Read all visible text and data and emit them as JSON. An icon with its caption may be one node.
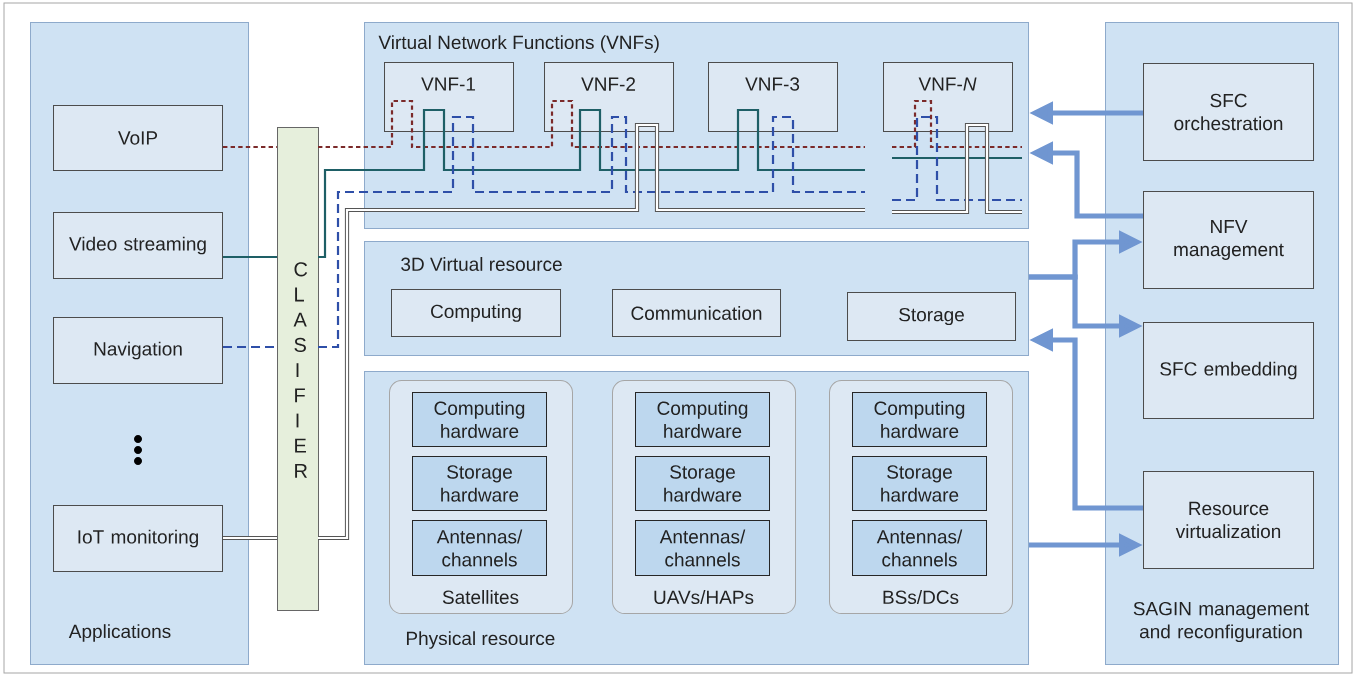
{
  "diagram": {
    "nodes": [
      {
        "text": [
          "Applications"
        ]
      },
      {
        "text": [
          "VoIP"
        ],
        "in": 0
      },
      {
        "text": [
          "Video streaming"
        ],
        "in": 0
      },
      {
        "text": [
          "Navigation"
        ],
        "in": 0
      },
      {
        "text": [
          "IoT monitoring"
        ],
        "in": 0
      },
      {
        "text": [
          "CLASIFIER"
        ]
      },
      {
        "text": [
          "Virtual Network Functions (VNFs)"
        ]
      },
      {
        "text": [
          "VNF-1"
        ],
        "in": 6
      },
      {
        "text": [
          "VNF-2"
        ],
        "in": 6
      },
      {
        "text": [
          "VNF-3"
        ],
        "in": 6
      },
      {
        "text": [
          "VNF-*N*"
        ],
        "in": 6
      },
      {
        "text": [
          "3D Virtual resource"
        ]
      },
      {
        "text": [
          "Computing"
        ],
        "in": 11
      },
      {
        "text": [
          "Communication"
        ],
        "in": 11
      },
      {
        "text": [
          "Storage"
        ],
        "in": 11
      },
      {
        "text": [
          "Physical resource"
        ]
      },
      {
        "text": [
          "Satellites"
        ],
        "in": 15
      },
      {
        "text": [
          "Computing hardware"
        ],
        "in": 16
      },
      {
        "text": [
          "Storage hardware"
        ],
        "in": 16
      },
      {
        "text": [
          "Antennas/ channels"
        ],
        "in": 16
      },
      {
        "text": [
          "UAVs/HAPs"
        ],
        "in": 15
      },
      {
        "text": [
          "Computing hardware"
        ],
        "in": 20
      },
      {
        "text": [
          "Storage hardware"
        ],
        "in": 20
      },
      {
        "text": [
          "Antennas/ channels"
        ],
        "in": 20
      },
      {
        "text": [
          "BSs/DCs"
        ],
        "in": 15
      },
      {
        "text": [
          "Computing hardware"
        ],
        "in": 24
      },
      {
        "text": [
          "Storage hardware"
        ],
        "in": 24
      },
      {
        "text": [
          "Antennas/ channels"
        ],
        "in": 24
      },
      {
        "text": [
          "SAGIN management and reconfiguration"
        ]
      },
      {
        "text": [
          "SFC orchestration"
        ],
        "in": 28
      },
      {
        "text": [
          "NFV management"
        ],
        "in": 28
      },
      {
        "text": [
          "SFC embedding"
        ],
        "in": 28
      },
      {
        "text": [
          "Resource virtualization"
        ],
        "in": 28
      }
    ],
    "edges": [
      {
        "from": 1,
        "to": 5,
        "arrow": "none",
        "style": "dashed",
        "color": "#7b2a2a"
      },
      {
        "from": 2,
        "to": 5,
        "arrow": "none",
        "color": "#1e5f66"
      },
      {
        "from": 3,
        "to": 5,
        "arrow": "none",
        "style": "dashed",
        "color": "#2e4fa8"
      },
      {
        "from": 4,
        "to": 5,
        "arrow": "none",
        "color": "#555555"
      },
      {
        "from": 29,
        "to": 6,
        "arrow": "to"
      },
      {
        "from": 30,
        "to": 6,
        "arrow": "to"
      },
      {
        "from": 11,
        "to": 30,
        "arrow": "to"
      },
      {
        "from": 11,
        "to": 31,
        "arrow": "to"
      },
      {
        "from": 32,
        "to": 11,
        "arrow": "to"
      },
      {
        "from": 15,
        "to": 32,
        "arrow": "to"
      }
    ]
  }
}
